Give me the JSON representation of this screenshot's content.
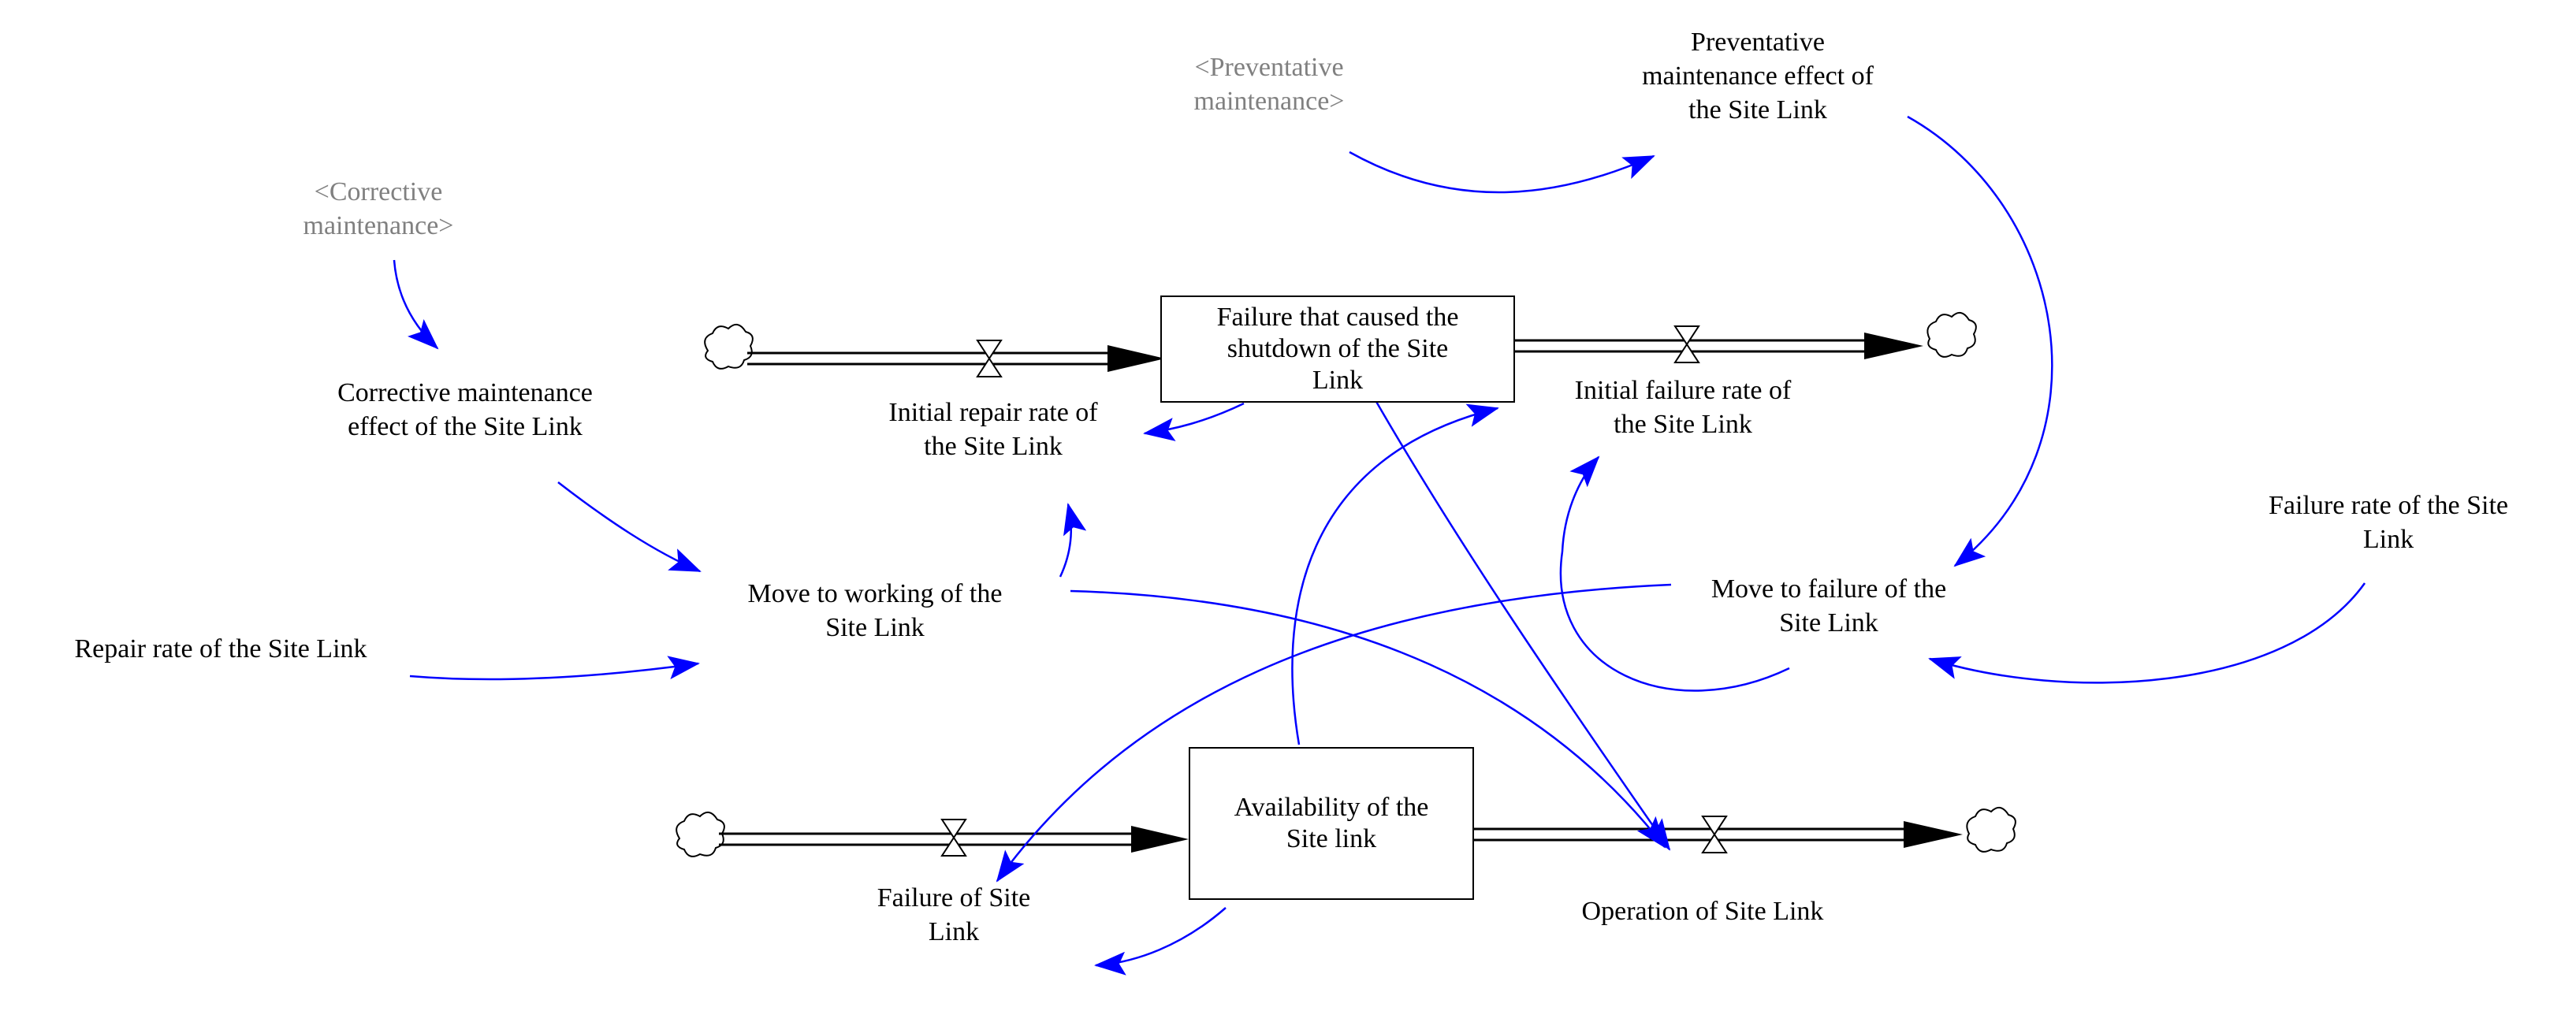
{
  "stocks": {
    "failure_shutdown": [
      "Failure that caused the",
      "shutdown of the Site",
      "Link"
    ],
    "availability": [
      "Availability of the",
      "Site link"
    ]
  },
  "flows": {
    "initial_repair_rate": [
      "Initial repair rate of",
      "the Site Link"
    ],
    "initial_failure_rate": [
      "Initial failure rate of",
      "the Site Link"
    ],
    "failure_of_site": [
      "Failure of Site",
      "Link"
    ],
    "operation_of_site": [
      "Operation of Site Link"
    ]
  },
  "variables": {
    "corrective_effect": [
      "Corrective maintenance",
      "effect of the Site Link"
    ],
    "preventative_effect": [
      "Preventative",
      "maintenance effect of",
      "the Site Link"
    ],
    "move_to_working": [
      "Move to working of the",
      "Site Link"
    ],
    "move_to_failure": [
      "Move to failure of the",
      "Site Link"
    ],
    "repair_rate": [
      "Repair rate of the Site Link"
    ],
    "failure_rate": [
      "Failure rate of the Site",
      "Link"
    ]
  },
  "shadow_variables": {
    "corrective_maintenance": [
      "<Corrective",
      "maintenance>"
    ],
    "preventative_maintenance": [
      "<Preventative",
      "maintenance>"
    ]
  },
  "colors": {
    "link_arrow": "#0000ff",
    "flow_pipe": "#000000",
    "shadow_text": "#808080"
  }
}
